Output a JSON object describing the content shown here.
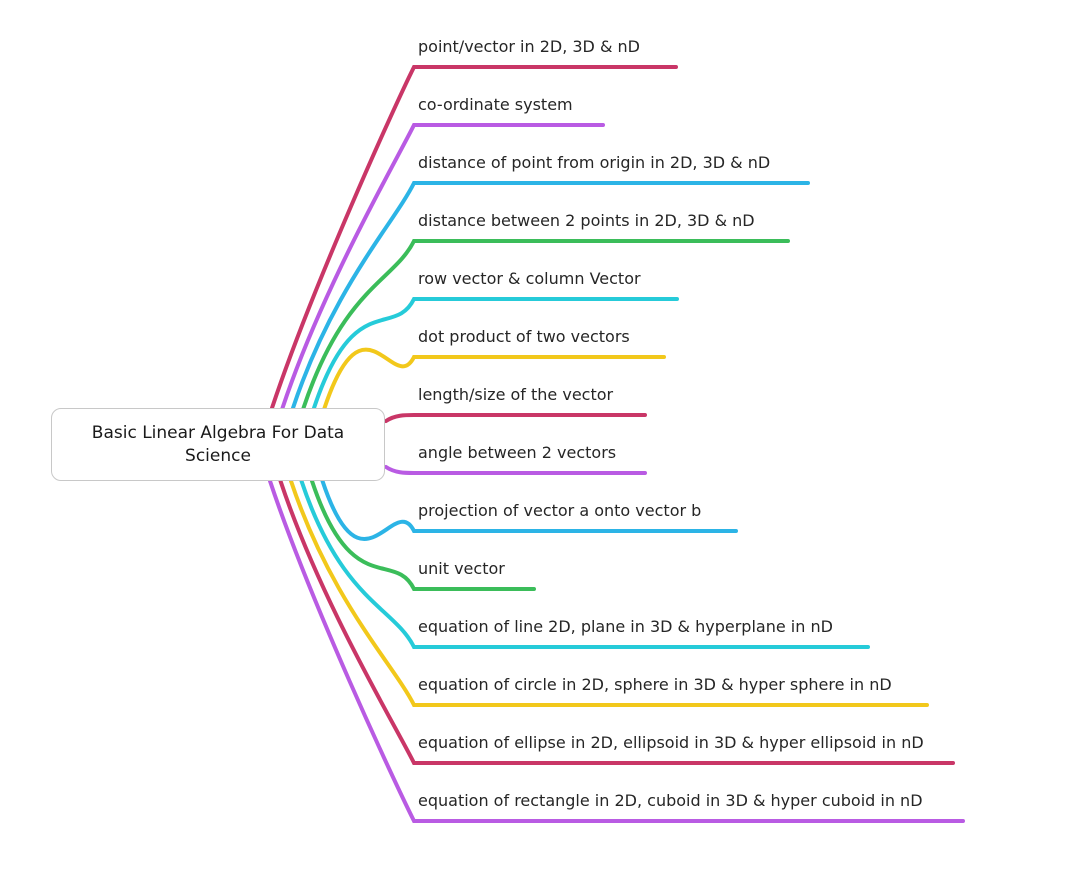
{
  "root": {
    "label": "Basic Linear Algebra For Data Science"
  },
  "branches": [
    {
      "label": "point/vector in 2D, 3D & nD",
      "color": "#c93667"
    },
    {
      "label": "co-ordinate system",
      "color": "#b95be3"
    },
    {
      "label": "distance of point from origin in 2D, 3D & nD",
      "color": "#2cb4e6"
    },
    {
      "label": "distance between 2 points in 2D, 3D & nD",
      "color": "#3bbd5a"
    },
    {
      "label": "row vector & column Vector",
      "color": "#26cbd9"
    },
    {
      "label": "dot product of two vectors",
      "color": "#f2c81b"
    },
    {
      "label": "length/size of the vector",
      "color": "#c93667"
    },
    {
      "label": "angle between 2 vectors",
      "color": "#b95be3"
    },
    {
      "label": "projection of vector a onto vector b",
      "color": "#2cb4e6"
    },
    {
      "label": "unit vector",
      "color": "#3bbd5a"
    },
    {
      "label": "equation of line 2D, plane in 3D & hyperplane in nD",
      "color": "#26cbd9"
    },
    {
      "label": "equation of circle in 2D, sphere in 3D & hyper sphere in nD",
      "color": "#f2c81b"
    },
    {
      "label": "equation of ellipse in 2D, ellipsoid in 3D & hyper ellipsoid in nD",
      "color": "#c93667"
    },
    {
      "label": "equation of rectangle in 2D, cuboid in 3D & hyper cuboid in nD",
      "color": "#b95be3"
    }
  ]
}
